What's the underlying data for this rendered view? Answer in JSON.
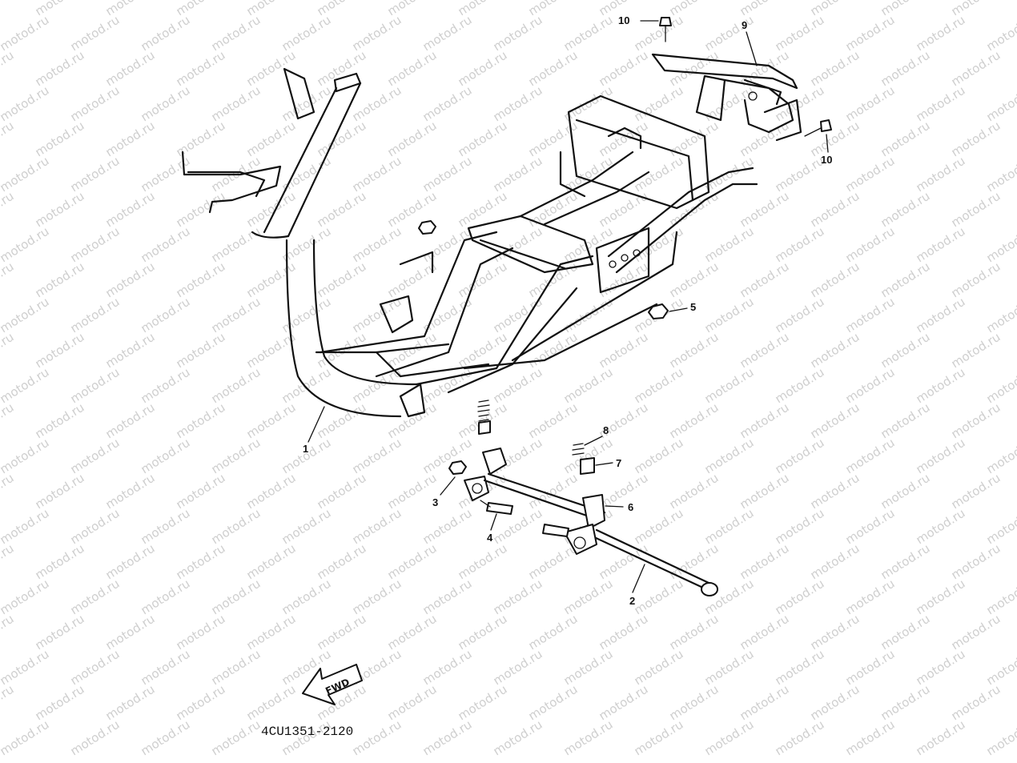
{
  "diagram_code": "4CU1351-2120",
  "fwd_label": "FWD",
  "watermark": "motod.ru",
  "callouts": {
    "frame": "1",
    "shaft": "2",
    "nut_left": "3",
    "bolt": "4",
    "nut_rear": "5",
    "bracket": "6",
    "collar": "7",
    "spring": "8",
    "rear_bracket": "9",
    "bolt_top": "10",
    "bolt_side": "10"
  }
}
